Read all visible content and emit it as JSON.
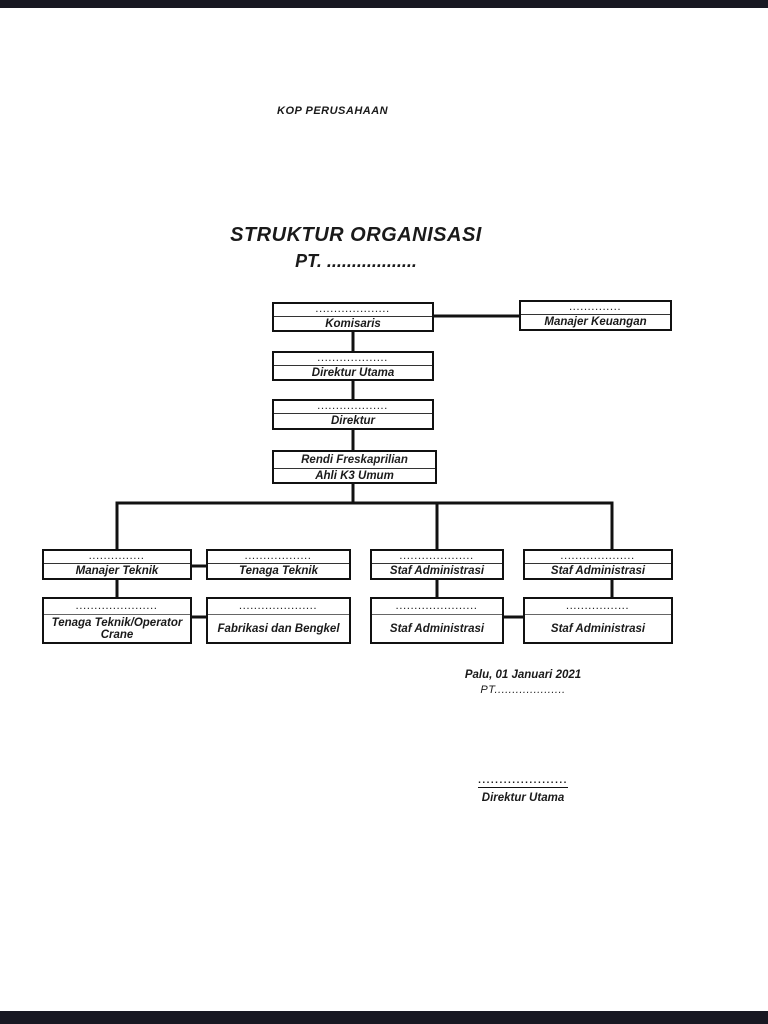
{
  "page": {
    "kop": "KOP PERUSAHAAN",
    "title_line1": "STRUKTUR ORGANISASI",
    "title_line2": "PT. .................."
  },
  "chart": {
    "type": "org-chart",
    "boxes": [
      {
        "id": "komisaris",
        "dots": "....................",
        "label": "Komisaris"
      },
      {
        "id": "manajer-keuangan",
        "dots": "..............",
        "label": "Manajer Keuangan"
      },
      {
        "id": "direktur-utama",
        "dots": "...................",
        "label": "Direktur Utama"
      },
      {
        "id": "direktur",
        "dots": "...................",
        "label": "Direktur"
      },
      {
        "id": "ahli-k3-umum",
        "dots": "Rendi Freskaprilian",
        "label": "Ahli K3 Umum"
      },
      {
        "id": "manajer-teknik",
        "dots": "...............",
        "label": "Manajer Teknik"
      },
      {
        "id": "tenaga-teknik",
        "dots": "..................",
        "label": "Tenaga Teknik"
      },
      {
        "id": "staf-administrasi-1",
        "dots": "....................",
        "label": "Staf Administrasi"
      },
      {
        "id": "staf-administrasi-2",
        "dots": "....................",
        "label": "Staf Administrasi"
      },
      {
        "id": "tenaga-teknik-operator-crane",
        "dots": "......................",
        "label": "Tenaga Teknik/Operator Crane"
      },
      {
        "id": "fabrikasi-dan-bengkel",
        "dots": ".....................",
        "label": "Fabrikasi dan Bengkel"
      },
      {
        "id": "staf-administrasi-3",
        "dots": "......................",
        "label": "Staf Administrasi"
      },
      {
        "id": "staf-administrasi-4",
        "dots": ".................",
        "label": "Staf Administrasi"
      }
    ],
    "edges": [
      "Komisaris - Manajer Keuangan",
      "Komisaris - Direktur Utama",
      "Direktur Utama - Direktur",
      "Direktur - Ahli K3 Umum",
      "Ahli K3 Umum - Manajer Teknik",
      "Ahli K3 Umum - Staf Administrasi 1",
      "Ahli K3 Umum - Staf Administrasi 2",
      "Manajer Teknik - Tenaga Teknik",
      "Manajer Teknik - Tenaga Teknik/Operator Crane",
      "Tenaga Teknik/Operator Crane - Fabrikasi dan Bengkel",
      "Staf Administrasi 1 - Staf Administrasi 3",
      "Staf Administrasi 2 - Staf Administrasi 4",
      "Staf Administrasi 3 - Staf Administrasi 4"
    ]
  },
  "signature": {
    "city_date": "Palu, 01 Januari 2021",
    "company": "PT....................",
    "sig_line": ".....................",
    "sig_name": "Direktur Utama"
  }
}
